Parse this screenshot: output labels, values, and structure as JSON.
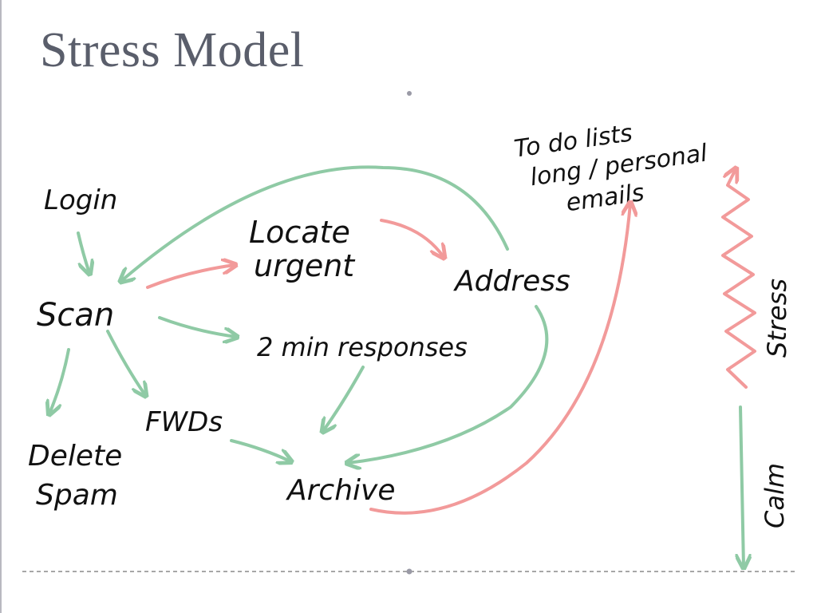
{
  "slide": {
    "title": "Stress Model"
  },
  "nodes": {
    "login": "Login",
    "scan": "Scan",
    "locate_urgent_1": "Locate",
    "locate_urgent_2": "urgent",
    "address": "Address",
    "two_min": "2 min responses",
    "delete_spam_1": "Delete",
    "delete_spam_2": "Spam",
    "fwds": "FWDs",
    "archive": "Archive",
    "todo_1": "To do lists",
    "todo_2": "long / personal",
    "todo_3": "emails"
  },
  "scale": {
    "stress": "Stress",
    "calm": "Calm"
  },
  "colors": {
    "calm_edge": "#8fcaa5",
    "stress_edge": "#f29a9a",
    "title": "#5a5e6b"
  }
}
